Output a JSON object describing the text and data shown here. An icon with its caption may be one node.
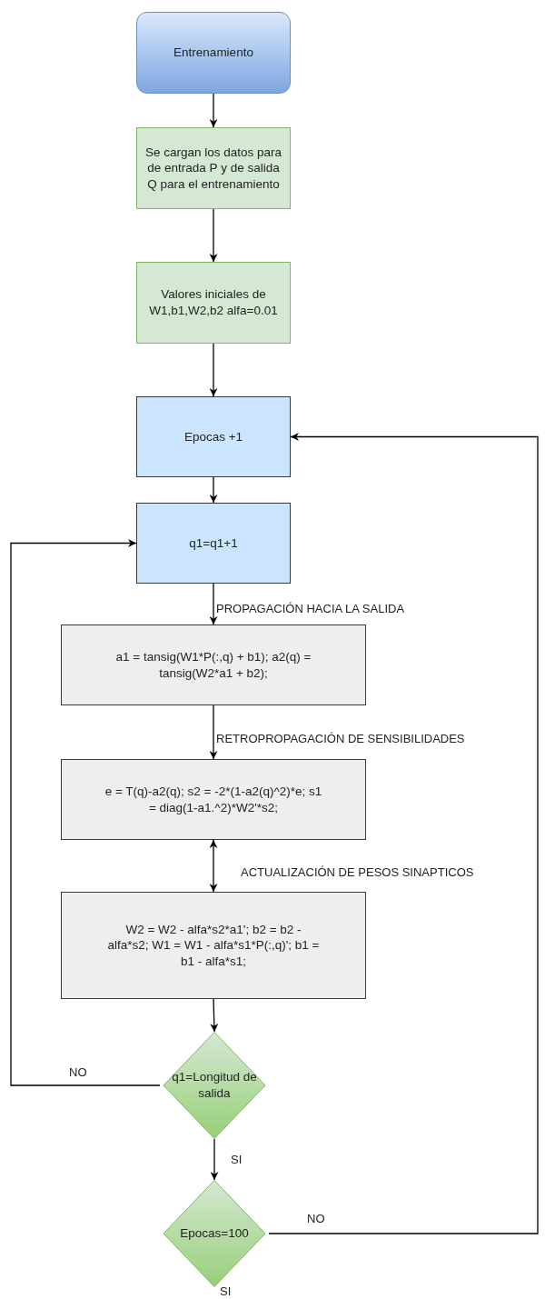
{
  "diagram": {
    "nodes": [
      {
        "text": [
          "Entrenamiento"
        ]
      },
      {
        "text": [
          "Se cargan los datos para de entrada P y de salida Q para el entrenamiento"
        ]
      },
      {
        "text": [
          "Valores iniciales de W1,b1,W2,b2 alfa=0.01"
        ]
      },
      {
        "text": [
          "Epocas +1"
        ]
      },
      {
        "text": [
          "q1=q1+1"
        ]
      },
      {
        "text": [
          "a1 = tansig(W1*P(:,q) + b1); a2(q) = tansig(W2*a1 + b2);"
        ]
      },
      {
        "text": [
          "e = T(q)-a2(q); s2 = -2*(1-a2(q)^2)*e; s1 = diag(1-a1.^2)*W2'*s2;"
        ]
      },
      {
        "text": [
          "W2 = W2 - alfa*s2*a1'; b2 = b2 - alfa*s2; W1 = W1 - alfa*s1*P(:,q)'; b1 = b1 - alfa*s1;"
        ]
      },
      {
        "text": [
          "q1=Longitud de salida"
        ]
      },
      {
        "text": [
          "Epocas=100"
        ]
      }
    ],
    "edges": [
      {
        "from": 0,
        "to": 1,
        "arrow": "to"
      },
      {
        "from": 1,
        "to": 2,
        "arrow": "to"
      },
      {
        "from": 2,
        "to": 3,
        "arrow": "to"
      },
      {
        "from": 3,
        "to": 4,
        "arrow": "to"
      },
      {
        "from": 4,
        "to": 5,
        "arrow": "to",
        "label": "PROPAGACIÓN HACIA LA SALIDA"
      },
      {
        "from": 5,
        "to": 6,
        "arrow": "to",
        "label": "RETROPROPAGACIÓN DE SENSIBILIDADES"
      },
      {
        "from": 6,
        "to": 7,
        "arrow": "both",
        "label": "ACTUALIZACIÓN DE PESOS SINAPTICOS"
      },
      {
        "from": 7,
        "to": 8,
        "arrow": "to"
      },
      {
        "from": 8,
        "to": 4,
        "arrow": "to",
        "label": "NO"
      },
      {
        "from": 8,
        "to": 9,
        "arrow": "to",
        "label": "SI"
      },
      {
        "from": 9,
        "to": 3,
        "arrow": "to",
        "label": "NO"
      }
    ],
    "labels": [
      "SI"
    ]
  }
}
